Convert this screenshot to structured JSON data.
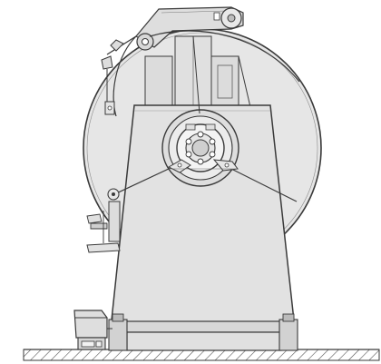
{
  "diagram": {
    "colors": {
      "background": "#ffffff",
      "line": "#3a3a3a",
      "body_fill": "#e4e4e4",
      "body_fill_dark": "#d4d4d4",
      "ground_fill": "#cfcfcf",
      "hatch": "#555555"
    },
    "parts": [
      "reel-disc",
      "pedestal-housing",
      "hub-assembly",
      "upper-arm",
      "guide-roller",
      "tension-cables",
      "base-frame",
      "control-box",
      "ground-hatching"
    ]
  }
}
